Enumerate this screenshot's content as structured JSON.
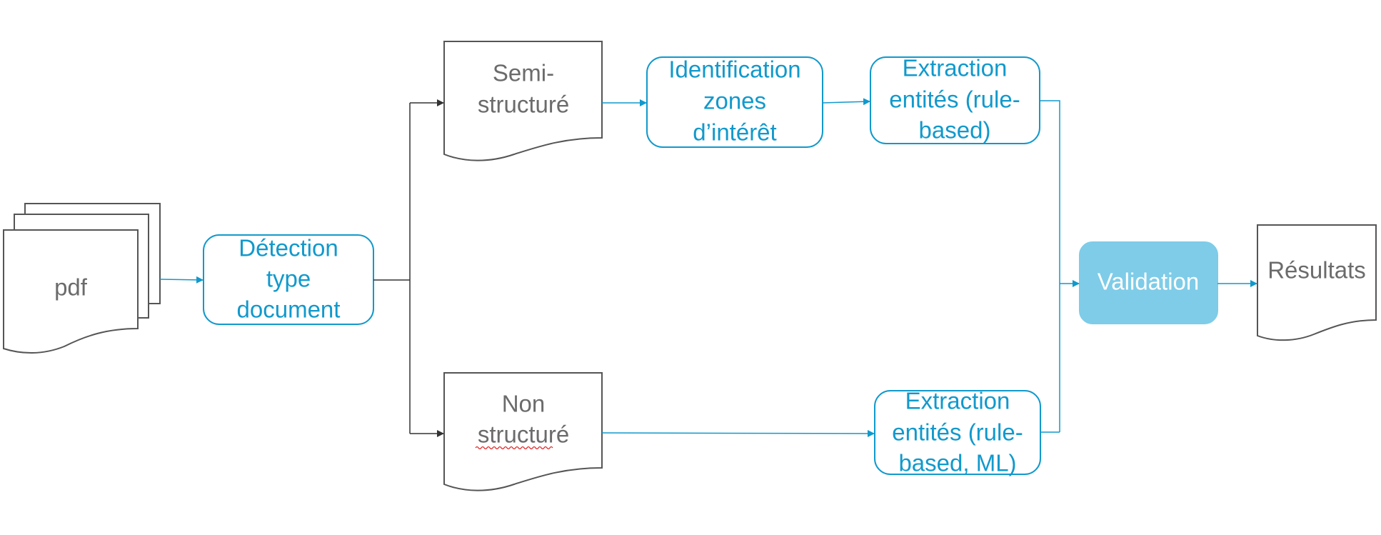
{
  "colors": {
    "accent": "#1199CC",
    "validation_fill": "#7ECCE8",
    "doc_stroke": "#555555",
    "doc_text": "#6B6B6B",
    "connector_dark": "#404040"
  },
  "nodes": {
    "pdf": {
      "label": "pdf"
    },
    "detection": {
      "lines": [
        "Détection",
        "type",
        "document"
      ]
    },
    "semi_structured": {
      "lines": [
        "Semi-",
        "structuré"
      ]
    },
    "identification": {
      "lines": [
        "Identification",
        "zones",
        "d’intérêt"
      ]
    },
    "extraction_rule": {
      "lines": [
        "Extraction",
        "entités (rule-",
        "based)"
      ]
    },
    "non_structured": {
      "lines": [
        "Non",
        "structuré"
      ]
    },
    "extraction_ml": {
      "lines": [
        "Extraction",
        "entités (rule-",
        "based, ML)"
      ]
    },
    "validation": {
      "label": "Validation"
    },
    "results": {
      "label": "Résultats"
    }
  }
}
